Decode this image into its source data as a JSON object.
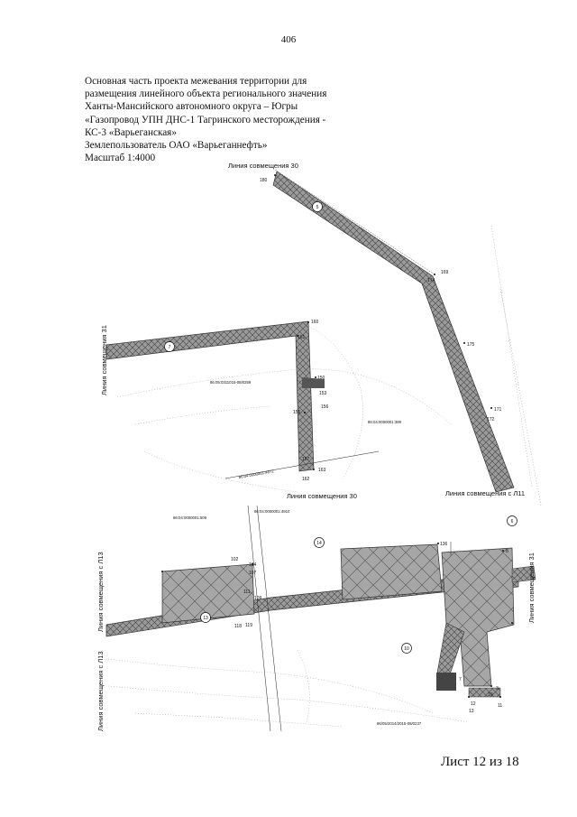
{
  "page_number": "406",
  "title_lines": [
    "Основная часть проекта межевания территории для",
    "размещения линейного объекта регионального значения",
    "Ханты-Мансийского автономного округа – Югры",
    "«Газопровод УПН ДНС-1 Тагринского месторождения -",
    "КС-3 «Варьеганская»",
    "Землепользователь ОАО «Варьеганнефть»",
    "Масштаб 1:4000"
  ],
  "map": {
    "match_lines": {
      "top_30": "Линия совмещения  30",
      "left_31": "Линия совмещения  31",
      "mid_30": "Линия совмещения  30",
      "mid_l11": "Линия совмещения  с Л11",
      "right_31": "Линия совмещения  31",
      "left_l13": "Линия совмещения  с Л13",
      "bottom_left_l13": "Линия совмещения  с Л13"
    },
    "cadastral_numbers": {
      "c1": "86:05:0311015-08/0259",
      "c2": "86:04:0000001:389",
      "c3": "86:04:0000001:4872",
      "c4": "86:04:0000001:509",
      "c5": "86:04:0000001:4910",
      "c6": "86/05/2014/2015-08/0237"
    },
    "zone_numbers": {
      "z5": "5",
      "z7": "7",
      "z14": "14",
      "z6": "6",
      "z10": "10",
      "z13": "13"
    },
    "point_labels": {
      "p180": "180",
      "p169": "169",
      "p174": "174",
      "p175": "175",
      "p171": "171",
      "p172": "172",
      "p160": "160",
      "p161": "161",
      "p150": "150",
      "p153": "153",
      "p155": "155",
      "p156": "156",
      "p157": "157",
      "p162": "162",
      "p163": "163",
      "p136": "136",
      "p8": "8",
      "p102": "102",
      "p104": "104",
      "p107": "107",
      "p111": "111",
      "p109": "109",
      "p118": "118",
      "p119": "119",
      "p7": "7",
      "p3": "3",
      "p12": "12",
      "p13": "13",
      "p11": "11",
      "p10": "10"
    }
  },
  "footer": "Лист 12 из 18"
}
